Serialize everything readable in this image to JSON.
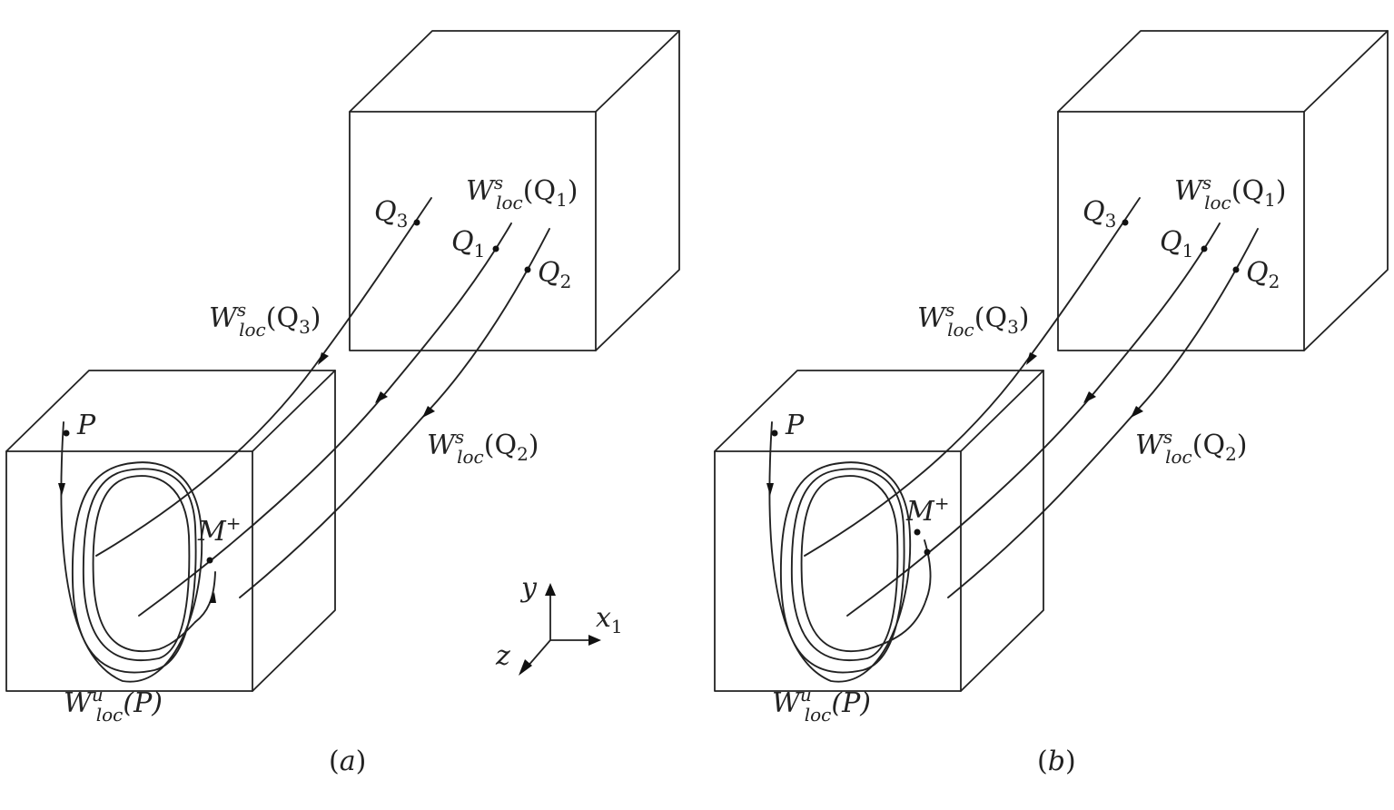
{
  "panels": [
    {
      "caption_pre": "(",
      "caption_letter": "a",
      "caption_post": ")",
      "labels": {
        "P": "P",
        "M_plus": "M",
        "M_sup": "+",
        "Q1": "Q",
        "Q1_sub": "1",
        "Q2": "Q",
        "Q2_sub": "2",
        "Q3": "Q",
        "Q3_sub": "3",
        "Ws_Q1": "W",
        "Ws_Q1_sup": "s",
        "Ws_Q1_sub": "loc",
        "Ws_Q1_arg_pre": "(Q",
        "Ws_Q1_arg_sub": "1",
        "Ws_Q1_arg_post": ")",
        "Ws_Q2": "W",
        "Ws_Q2_sup": "s",
        "Ws_Q2_sub": "loc",
        "Ws_Q2_arg_pre": "(Q",
        "Ws_Q2_arg_sub": "2",
        "Ws_Q2_arg_post": ")",
        "Ws_Q3": "W",
        "Ws_Q3_sup": "s",
        "Ws_Q3_sub": "loc",
        "Ws_Q3_arg_pre": "(Q",
        "Ws_Q3_arg_sub": "3",
        "Ws_Q3_arg_post": ")",
        "Wu_P": "W",
        "Wu_P_sup": "u",
        "Wu_P_sub": "loc",
        "Wu_P_arg": "(P)"
      }
    },
    {
      "caption_pre": "(",
      "caption_letter": "b",
      "caption_post": ")",
      "labels": {
        "P": "P",
        "M_plus": "M",
        "M_sup": "+",
        "Q1": "Q",
        "Q1_sub": "1",
        "Q2": "Q",
        "Q2_sub": "2",
        "Q3": "Q",
        "Q3_sub": "3",
        "Ws_Q1": "W",
        "Ws_Q1_sup": "s",
        "Ws_Q1_sub": "loc",
        "Ws_Q1_arg_pre": "(Q",
        "Ws_Q1_arg_sub": "1",
        "Ws_Q1_arg_post": ")",
        "Ws_Q2": "W",
        "Ws_Q2_sup": "s",
        "Ws_Q2_sub": "loc",
        "Ws_Q2_arg_pre": "(Q",
        "Ws_Q2_arg_sub": "2",
        "Ws_Q2_arg_post": ")",
        "Ws_Q3": "W",
        "Ws_Q3_sup": "s",
        "Ws_Q3_sub": "loc",
        "Ws_Q3_arg_pre": "(Q",
        "Ws_Q3_arg_sub": "3",
        "Ws_Q3_arg_post": ")",
        "Wu_P": "W",
        "Wu_P_sup": "u",
        "Wu_P_sub": "loc",
        "Wu_P_arg": "(P)"
      }
    }
  ],
  "axes": {
    "y": "y",
    "x": "x",
    "x_sub": "1",
    "z": "z"
  }
}
